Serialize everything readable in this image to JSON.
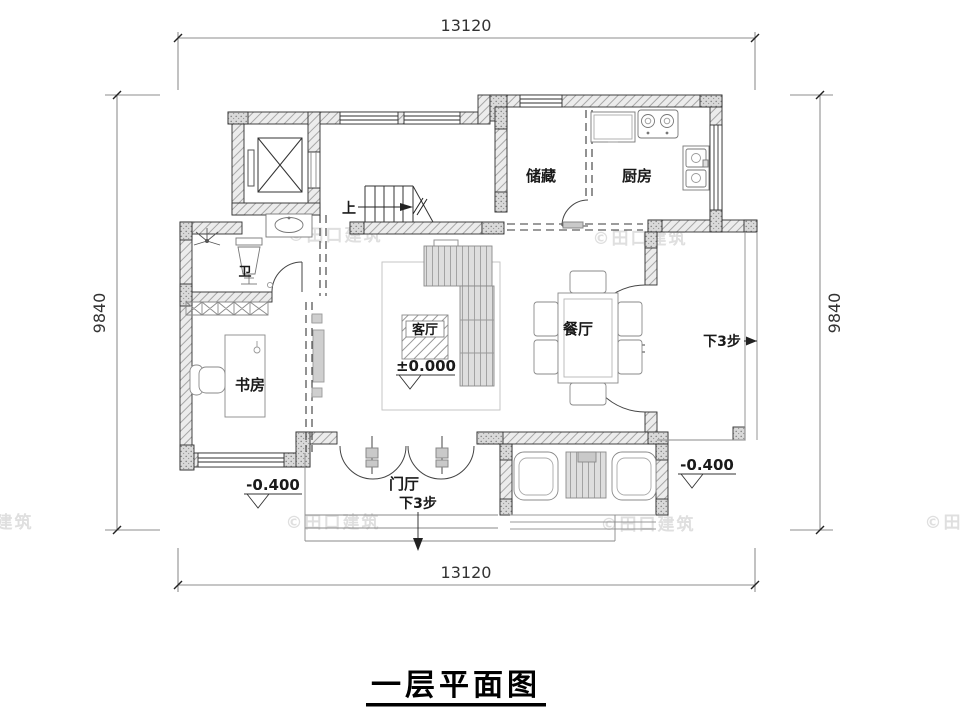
{
  "drawing": {
    "title": "一层平面图",
    "watermark": "©田口建筑"
  },
  "dimensions": {
    "width_top": "13120",
    "width_bottom": "13120",
    "height_left": "9840",
    "height_right": "9840"
  },
  "rooms": {
    "storage": "储藏",
    "kitchen": "厨房",
    "bathroom": "卫",
    "study": "书房",
    "living_room": "客厅",
    "dining_room": "餐厅",
    "foyer": "门厅"
  },
  "annotations": {
    "level_zero": "±0.000",
    "level_minus": "-0.400",
    "stairs_up": "上",
    "steps_down_3": "下3步"
  }
}
